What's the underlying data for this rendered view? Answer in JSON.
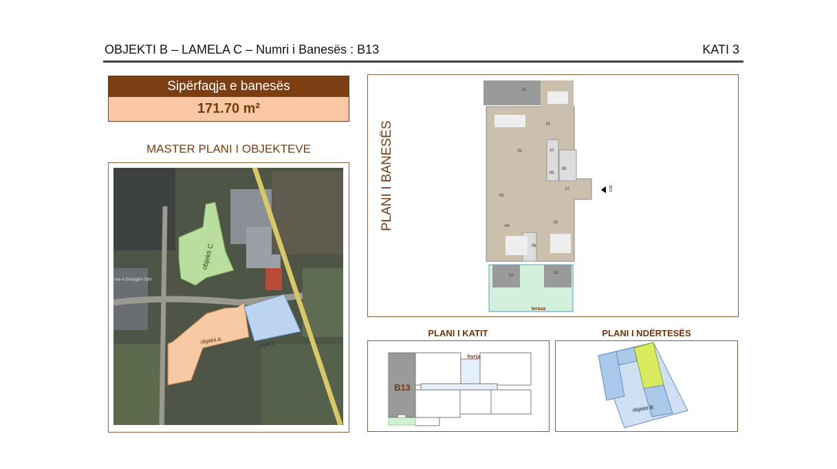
{
  "header": {
    "title": "OBJEKTI B – LAMELA C – Numri i Banesës : B13",
    "floor": "KATI 3"
  },
  "area": {
    "label": "Sipërfaqja e banesës",
    "value": "171.70 m²"
  },
  "master_plan": {
    "title": "MASTER PLANI I OBJEKTEVE",
    "objects": [
      "objekti A",
      "objekti B",
      "objekti C"
    ],
    "street_label": "ose e Dukagjini Gjini"
  },
  "apartment_plan": {
    "title": "PLANI I BANESËS",
    "rooms": [
      "01",
      "02",
      "03",
      "04",
      "05",
      "06",
      "07",
      "08",
      "09",
      "10",
      "11",
      "12",
      "13"
    ],
    "terrace": "terasa",
    "entry_marker": "B13"
  },
  "floor_plan": {
    "title": "PLANI I KATIT",
    "unit": "B13",
    "entrance": "hyrja"
  },
  "building_plan": {
    "title": "PLANI I NDËRTESËS",
    "object": "objekti B"
  },
  "colors": {
    "brown": "#7a3e12",
    "peach": "#f8c8a5",
    "green": "#b9dea0",
    "blue": "#bcd4f0",
    "orange": "#f6c9a4",
    "yellow": "#d9ea5c"
  }
}
